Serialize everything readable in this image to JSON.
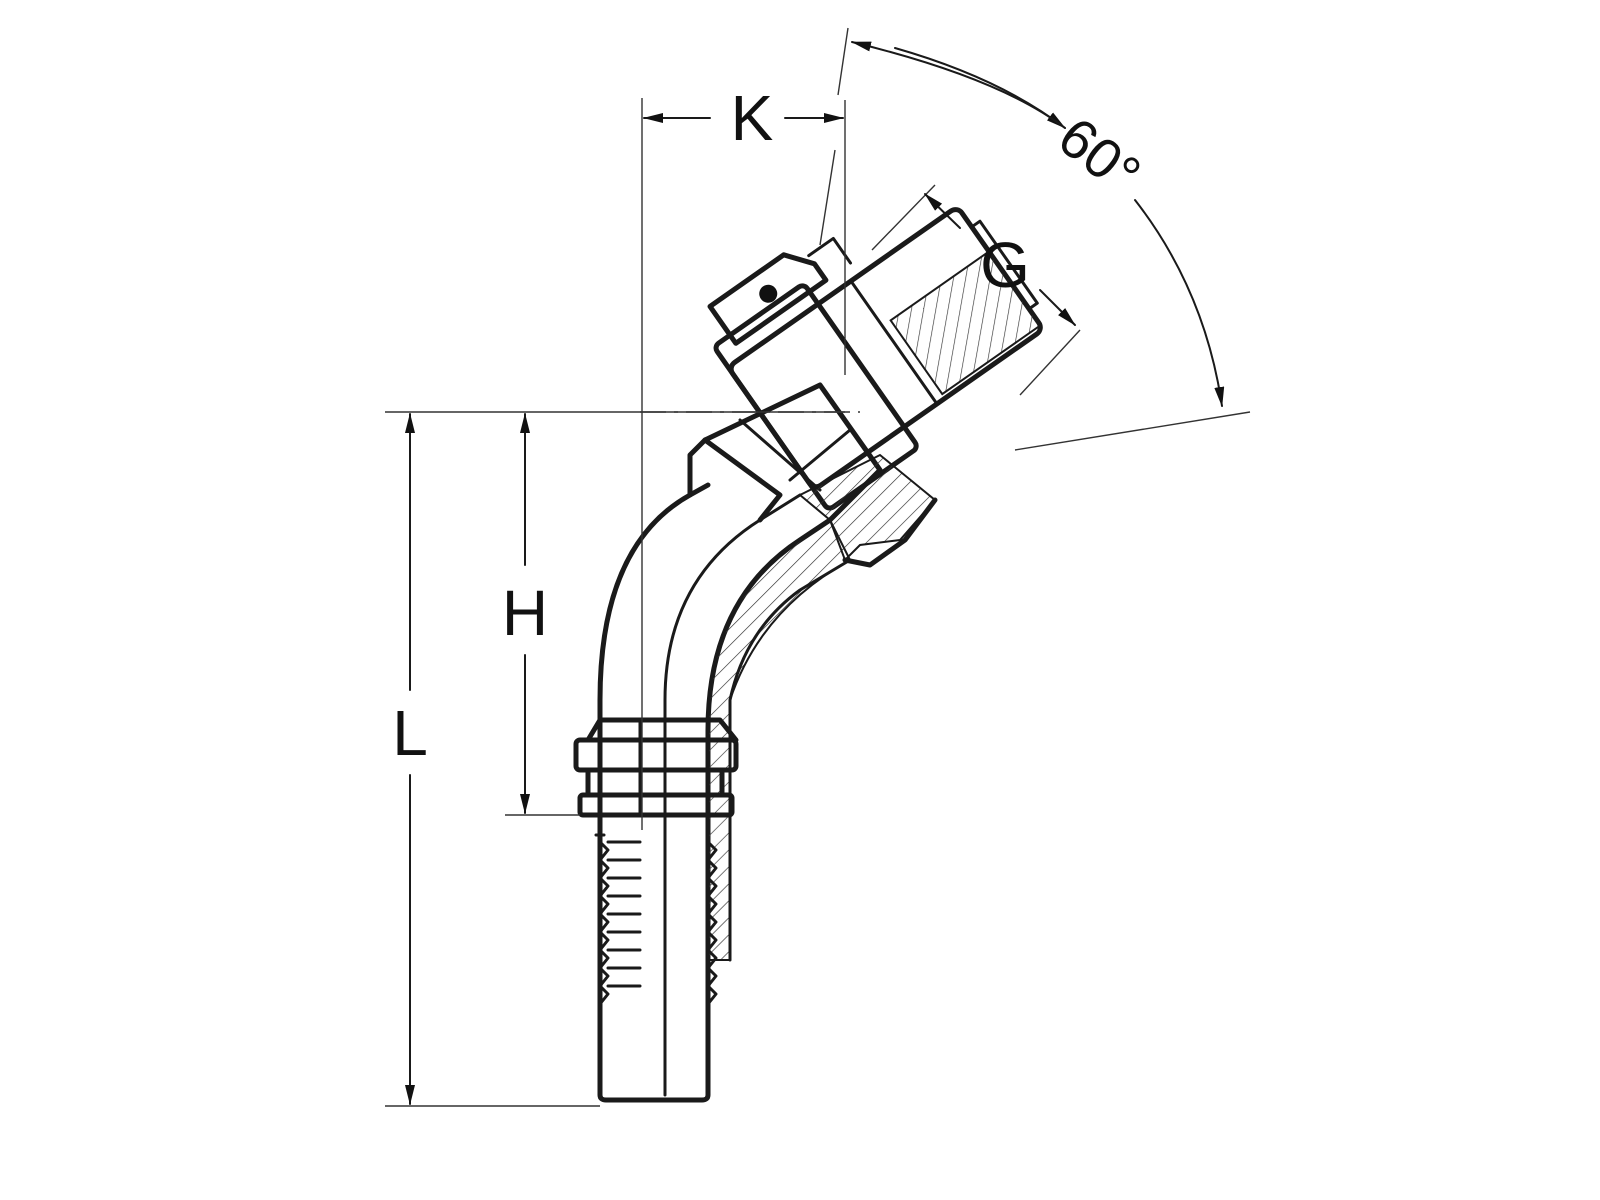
{
  "dimensions": {
    "k_label": "K",
    "g_label": "G",
    "h_label": "H",
    "l_label": "L",
    "angle_label": "60°"
  }
}
